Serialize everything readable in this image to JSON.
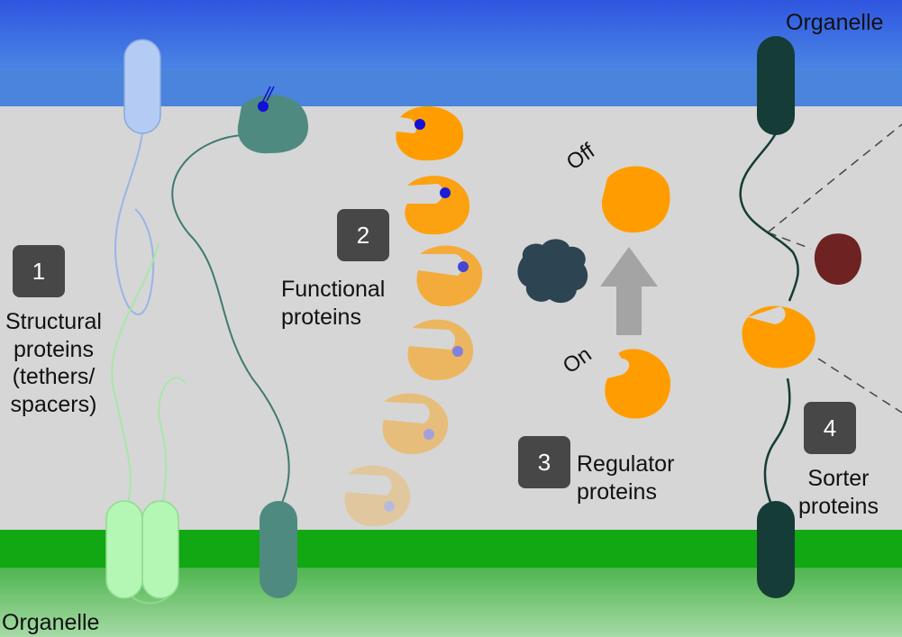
{
  "labels": {
    "organelle_top": "Organelle",
    "organelle_bottom": "Organelle",
    "structural": [
      "Structural",
      "proteins",
      "(tethers/",
      "spacers)"
    ],
    "functional": [
      "Functional",
      "proteins"
    ],
    "regulator": [
      "Regulator",
      "proteins"
    ],
    "sorter": [
      "Sorter",
      "proteins"
    ],
    "off": "Off",
    "on": "On"
  },
  "badges": [
    "1",
    "2",
    "3",
    "4"
  ],
  "colors": {
    "top_membrane_gradient": [
      "#2f55e0",
      "#4a86e4"
    ],
    "top_membrane_band": "#4a84dc",
    "cytosol": "#d6d6d6",
    "bottom_membrane_band": "#12a813",
    "bottom_membrane_gradient": [
      "#4fb54f",
      "#a6daa6"
    ],
    "functional_protein": "#ff9d00",
    "ligand": "#1010d6",
    "regulator_blob": "#2d4452",
    "arrow": "#a4a4a4",
    "cargo": "#6e2222",
    "sorter_anchor": "#153c36",
    "teal_protein": "#4f8a80",
    "structural_blue": "#b4ccf4",
    "structural_green": "#b4f6b4",
    "badge": "#474747"
  },
  "icons": [
    "tethered-protein-icon",
    "enzyme-icon",
    "ligand-icon",
    "regulator-blob-icon",
    "activation-arrow-icon",
    "cargo-icon"
  ]
}
